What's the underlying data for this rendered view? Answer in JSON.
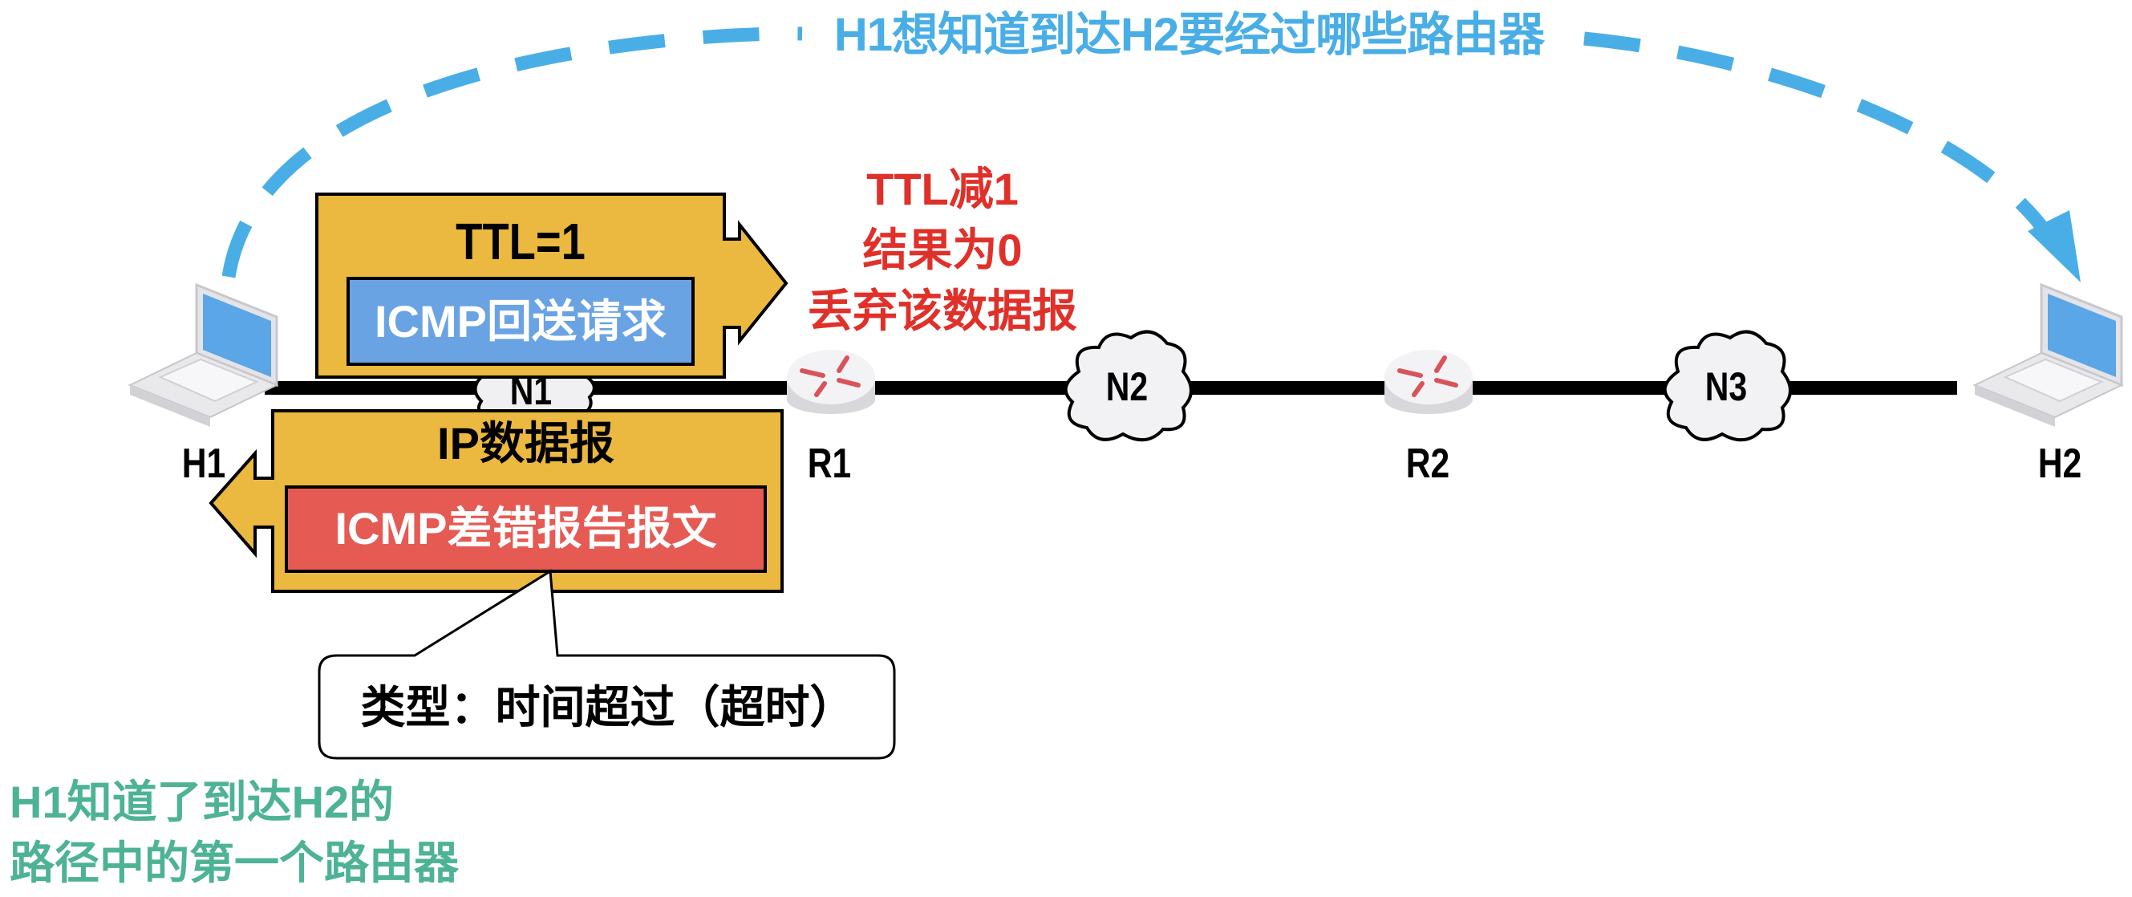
{
  "title": "H1想知道到达H2要经过哪些路由器",
  "nodes": {
    "h1": "H1",
    "r1": "R1",
    "r2": "R2",
    "h2": "H2",
    "n1": "N1",
    "n2": "N2",
    "n3": "N3"
  },
  "outgoing_packet": {
    "ttl_label": "TTL=1",
    "payload_label": "ICMP回送请求",
    "direction": "right"
  },
  "router_note": {
    "lines": [
      "TTL减1",
      "结果为0",
      "丢弃该数据报"
    ]
  },
  "return_packet": {
    "header_label": "IP数据报",
    "payload_label": "ICMP差错报告报文",
    "direction": "left"
  },
  "callout": {
    "text": "类型：时间超过（超时）"
  },
  "conclusion": {
    "lines": [
      "H1知道了到达H2的",
      "路径中的第一个路由器"
    ]
  },
  "colors": {
    "arc_blue": "#4AAEE6",
    "packet_yellow": "#EBB840",
    "request_blue": "#6AA3E3",
    "error_red": "#E55A53",
    "note_red": "#E0302A",
    "conclusion_green": "#4DB394"
  }
}
